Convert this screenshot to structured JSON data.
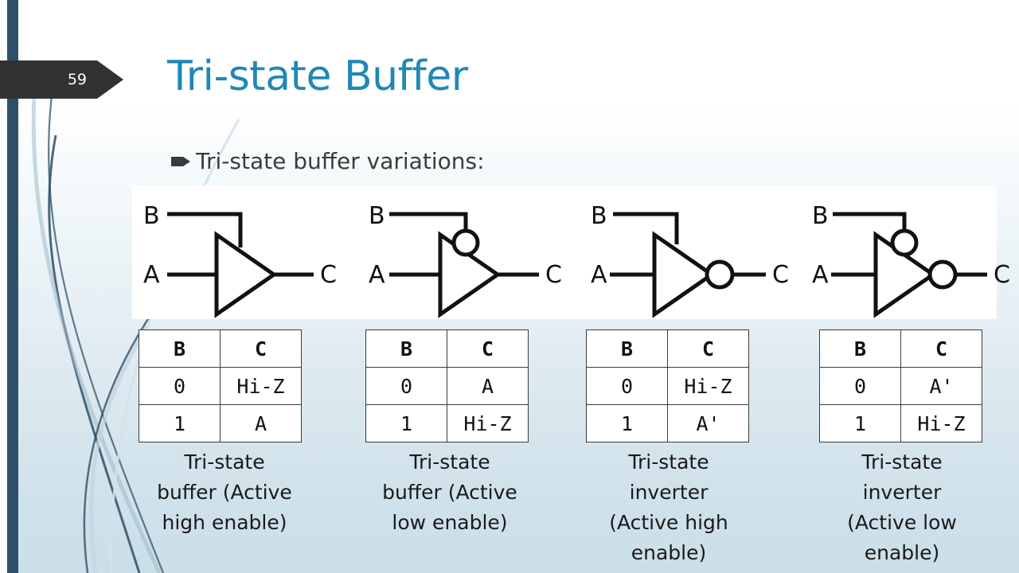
{
  "slide": {
    "page_number": "59",
    "title": "Tri-state Buffer",
    "bullet": {
      "marker": "pennant-bullet",
      "text": "Tri-state buffer variations:"
    },
    "colors": {
      "title": "#1f88b5",
      "badge_bg": "#323232",
      "side_bar": "#2e5068",
      "panel_bg": "#ffffff",
      "background_top": "#ffffff",
      "background_bottom": "#cbdfe8",
      "line": "#111111"
    }
  },
  "diagrams": [
    {
      "name": "tri-state-buffer-active-high",
      "enable_label": "B",
      "input_label": "A",
      "output_label": "C",
      "enable_bubble": false,
      "output_bubble": false
    },
    {
      "name": "tri-state-buffer-active-low",
      "enable_label": "B",
      "input_label": "A",
      "output_label": "C",
      "enable_bubble": true,
      "output_bubble": false
    },
    {
      "name": "tri-state-inverter-active-high",
      "enable_label": "B",
      "input_label": "A",
      "output_label": "C",
      "enable_bubble": false,
      "output_bubble": true
    },
    {
      "name": "tri-state-inverter-active-low",
      "enable_label": "B",
      "input_label": "A",
      "output_label": "C",
      "enable_bubble": true,
      "output_bubble": true
    }
  ],
  "tables": [
    {
      "headers": [
        "B",
        "C"
      ],
      "rows": [
        [
          "0",
          "Hi-Z"
        ],
        [
          "1",
          "A"
        ]
      ]
    },
    {
      "headers": [
        "B",
        "C"
      ],
      "rows": [
        [
          "0",
          "A"
        ],
        [
          "1",
          "Hi-Z"
        ]
      ]
    },
    {
      "headers": [
        "B",
        "C"
      ],
      "rows": [
        [
          "0",
          "Hi-Z"
        ],
        [
          "1",
          "A'"
        ]
      ]
    },
    {
      "headers": [
        "B",
        "C"
      ],
      "rows": [
        [
          "0",
          "A'"
        ],
        [
          "1",
          "Hi-Z"
        ]
      ]
    }
  ],
  "captions": [
    {
      "lines": [
        "Tri-state",
        "buffer (Active",
        "high enable)"
      ]
    },
    {
      "lines": [
        "Tri-state",
        "buffer (Active",
        "low enable)"
      ]
    },
    {
      "lines": [
        "Tri-state",
        "inverter",
        "(Active high",
        "enable)"
      ]
    },
    {
      "lines": [
        "Tri-state",
        "inverter",
        "(Active low",
        "enable)"
      ]
    }
  ]
}
